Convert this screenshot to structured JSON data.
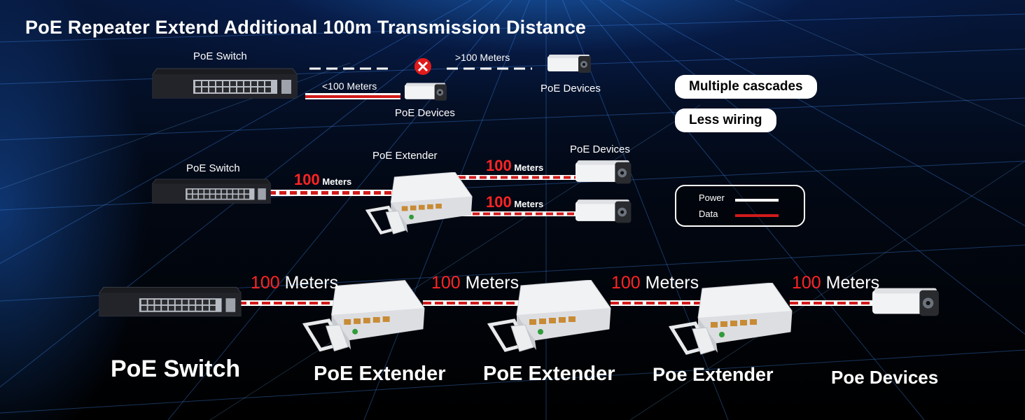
{
  "title": "PoE Repeater Extend Additional 100m Transmission Distance",
  "top": {
    "switch_label": "PoE Switch",
    "far_distance_label": ">100 Meters",
    "far_device_label": "PoE Devices",
    "near_distance_label": "<100 Meters",
    "near_device_label": "PoE Devices"
  },
  "features": [
    "Multiple cascades",
    "Less wiring"
  ],
  "middle": {
    "switch_label": "PoE Switch",
    "extender_label": "PoE Extender",
    "devices_label": "PoE Devices",
    "link1": {
      "num": "100",
      "unit": "Meters"
    },
    "link2": {
      "num": "100",
      "unit": "Meters"
    },
    "link3": {
      "num": "100",
      "unit": "Meters"
    }
  },
  "legend": {
    "power_label": "Power",
    "data_label": "Data",
    "power_color": "#ffffff",
    "data_color": "#d21a1a"
  },
  "bottom": {
    "switch_label": "PoE Switch",
    "extender1_label": "PoE Extender",
    "extender2_label": "PoE Extender",
    "extender3_label": "Poe Extender",
    "devices_label": "Poe Devices",
    "link1": {
      "num": "100",
      "unit": "Meters"
    },
    "link2": {
      "num": "100",
      "unit": "Meters"
    },
    "link3": {
      "num": "100",
      "unit": "Meters"
    },
    "link4": {
      "num": "100",
      "unit": "Meters"
    }
  },
  "colors": {
    "accent_red": "#ff2424",
    "background": "#020814"
  }
}
